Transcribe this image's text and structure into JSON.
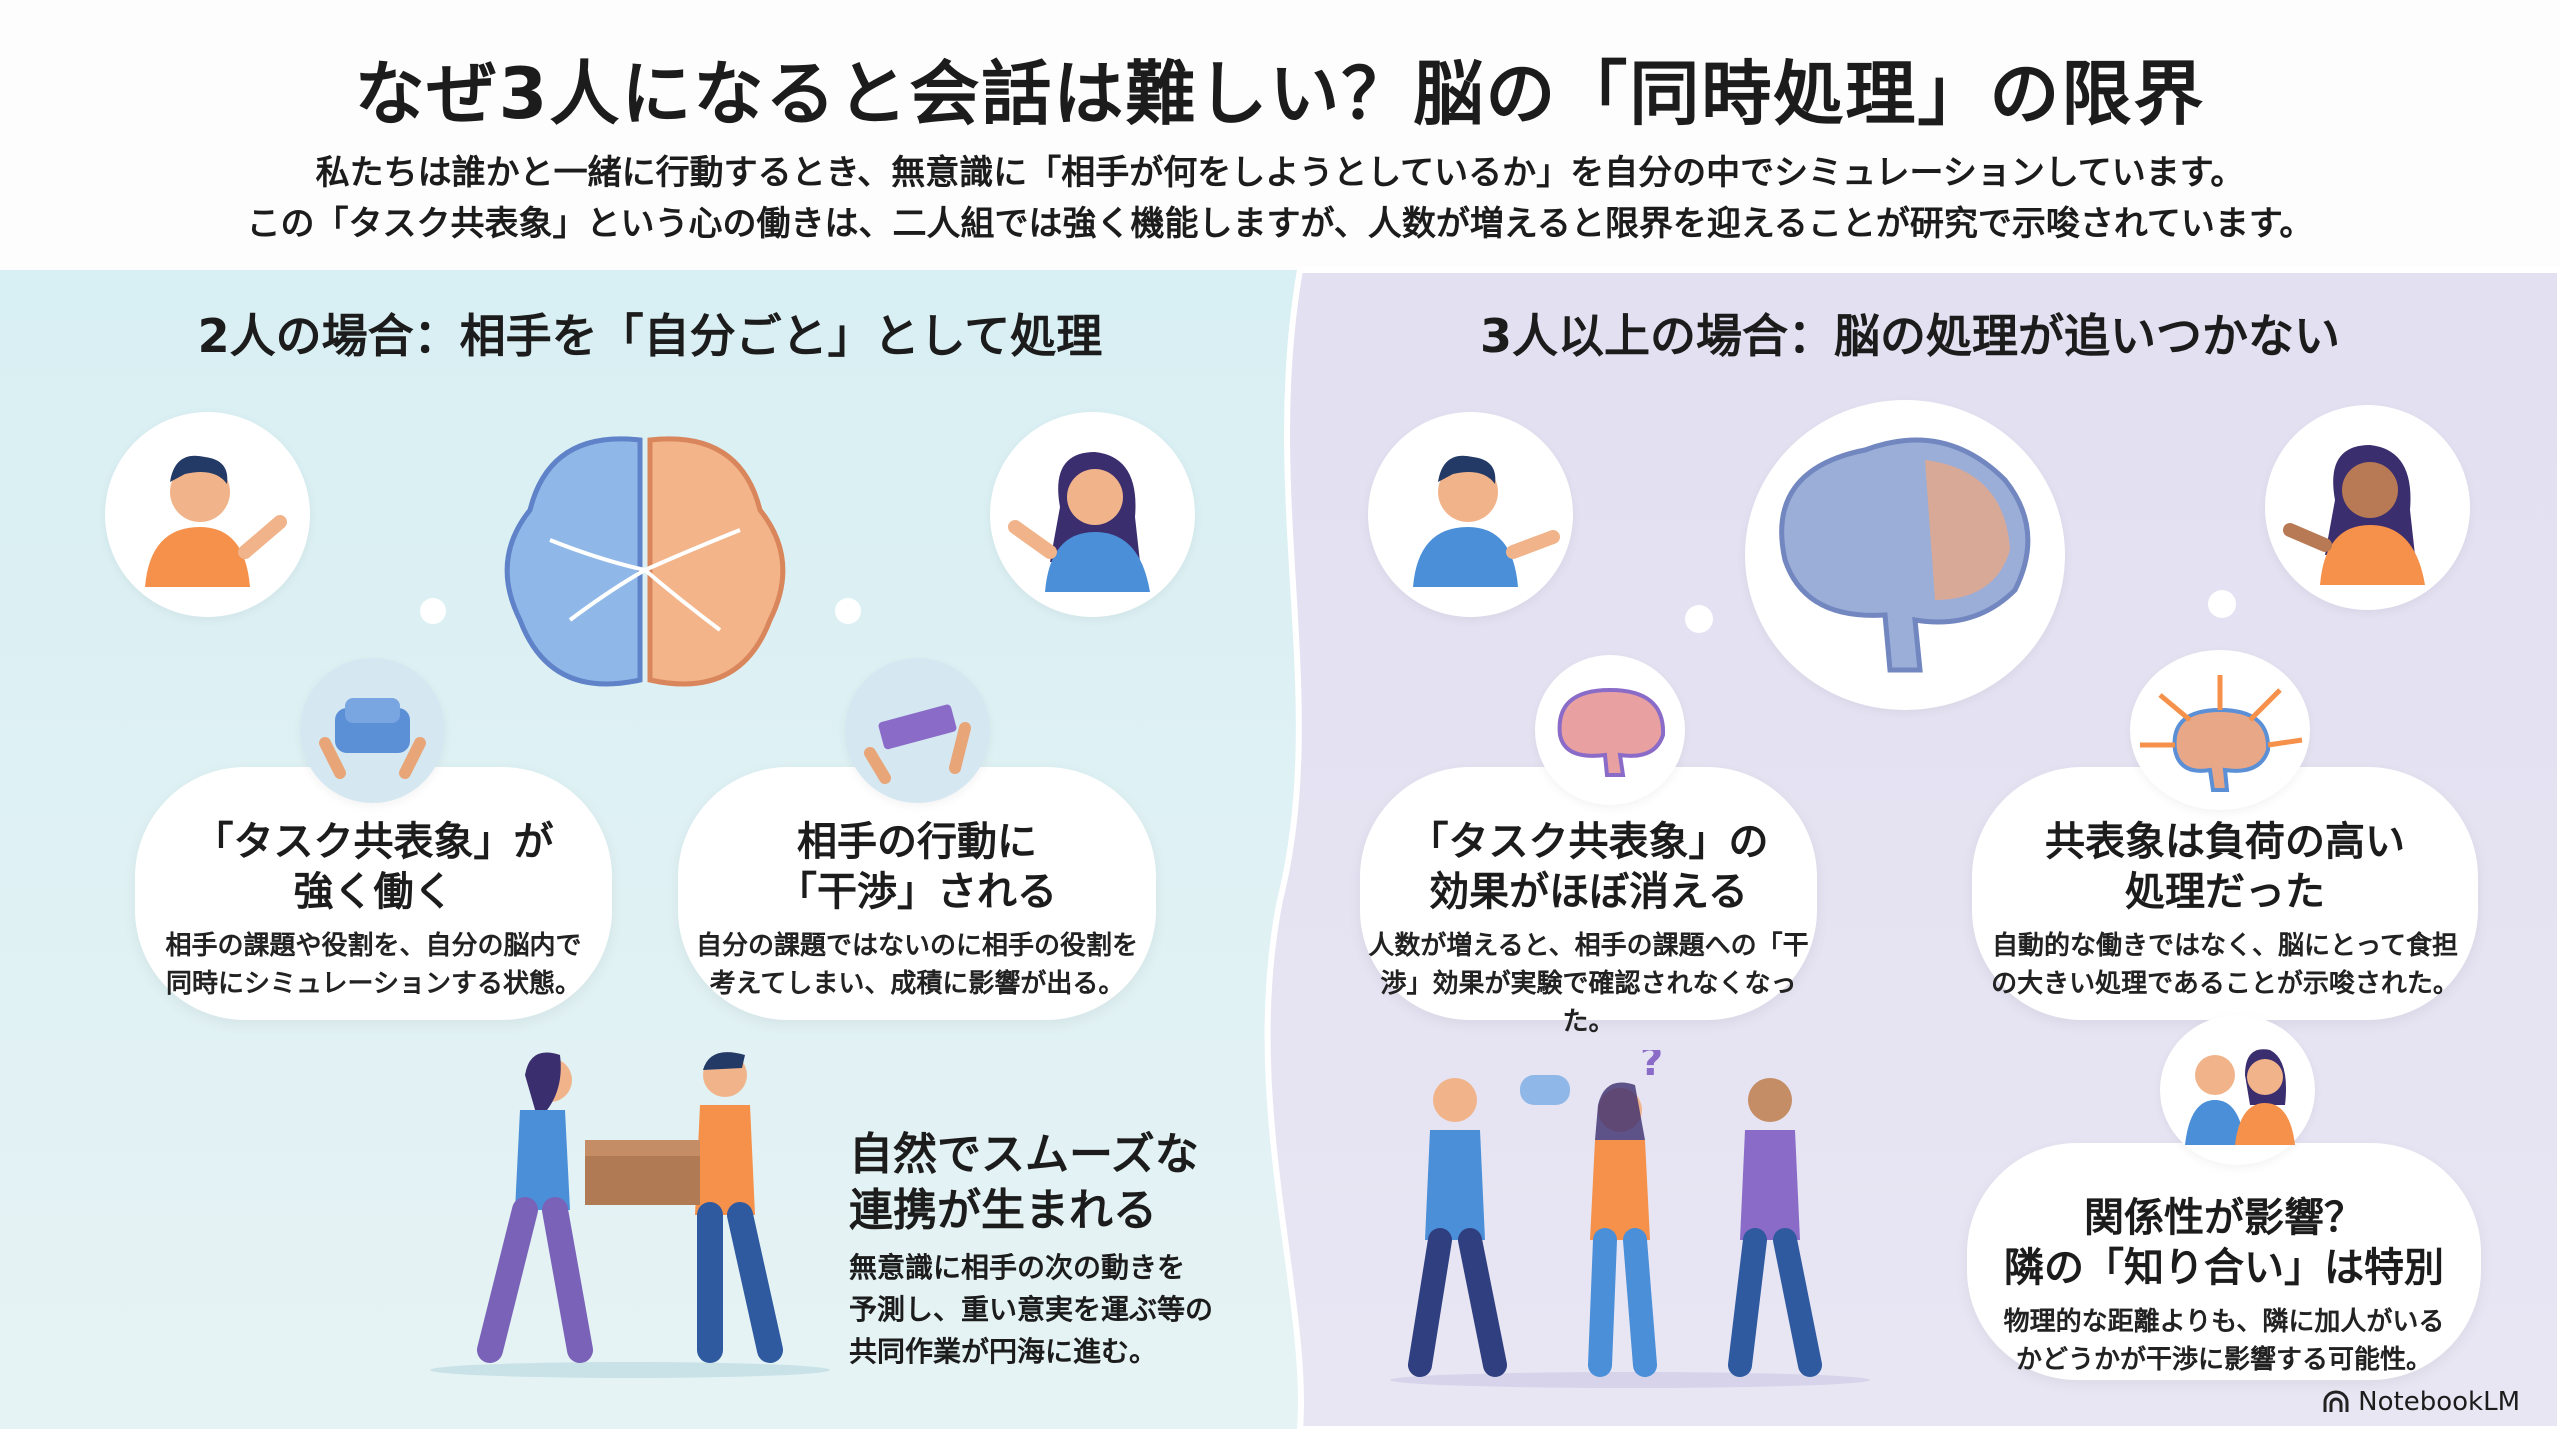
{
  "header": {
    "title": "なぜ3人になると会話は難しい？脳の「同時処理」の限界",
    "subtitle_lines": [
      "私たちは誰かと一緒に行動するとき、無意識に「相手が何をしようとしているか」を自分の中でシミュレーションしています。",
      "この「タスク共表象」という心の働きは、二人組では強く機能しますが、人数が増えると限界を迎えることが研究で示唆されています。"
    ]
  },
  "left": {
    "heading": "2人の場合：相手を「自分ごと」として処理",
    "cards": [
      {
        "title_lines": [
          "「タスク共表象」が",
          "強く働く"
        ],
        "body_lines": [
          "相手の課題や役割を、自分の脳内で",
          "同時にシミュレーションする状態。"
        ],
        "icon": "hands-holding-sofa-icon"
      },
      {
        "title_lines": [
          "相手の行動に",
          "「干渉」される"
        ],
        "body_lines": [
          "自分の課題ではないのに相手の役割を",
          "考えてしまい、成積に影響が出る。"
        ],
        "icon": "hands-holding-box-icon"
      }
    ],
    "cooperation": {
      "title_lines": [
        "自然でスムーズな",
        "連携が生まれる"
      ],
      "body_lines": [
        "無意識に相手の次の動きを",
        "予測し、重い意実を運ぶ等の",
        "共同作業が円海に進む。"
      ]
    }
  },
  "right": {
    "heading": "3人以上の場合：脳の処理が追いつかない",
    "cards": [
      {
        "title_lines": [
          "「タスク共表象」の",
          "効果がほぼ消える"
        ],
        "body_lines": [
          "人数が増えると、相手の課題への「干",
          "渉」効果が実験で確認されなくなった。"
        ],
        "icon": "brain-icon"
      },
      {
        "title_lines": [
          "共表象は負荷の高い",
          "処理だった"
        ],
        "body_lines": [
          "自動的な働きではなく、脳にとって食担",
          "の大きい処理であることが示唆された。"
        ],
        "icon": "overloaded-brain-icon"
      },
      {
        "title_lines": [
          "関係性が影響？",
          "隣の「知り合い」は特別"
        ],
        "body_lines": [
          "物理的な距離よりも、隣に加人がいる",
          "かどうかが干渉に影響する可能性。"
        ],
        "icon": "couple-icon"
      }
    ]
  },
  "footer": {
    "brand": "NotebookLM"
  },
  "colors": {
    "left_bg": "#dcf0f3",
    "right_bg": "#e5e3f2",
    "orange": "#f5914a",
    "blue": "#4a8fd8",
    "purple": "#8a6cc8"
  }
}
